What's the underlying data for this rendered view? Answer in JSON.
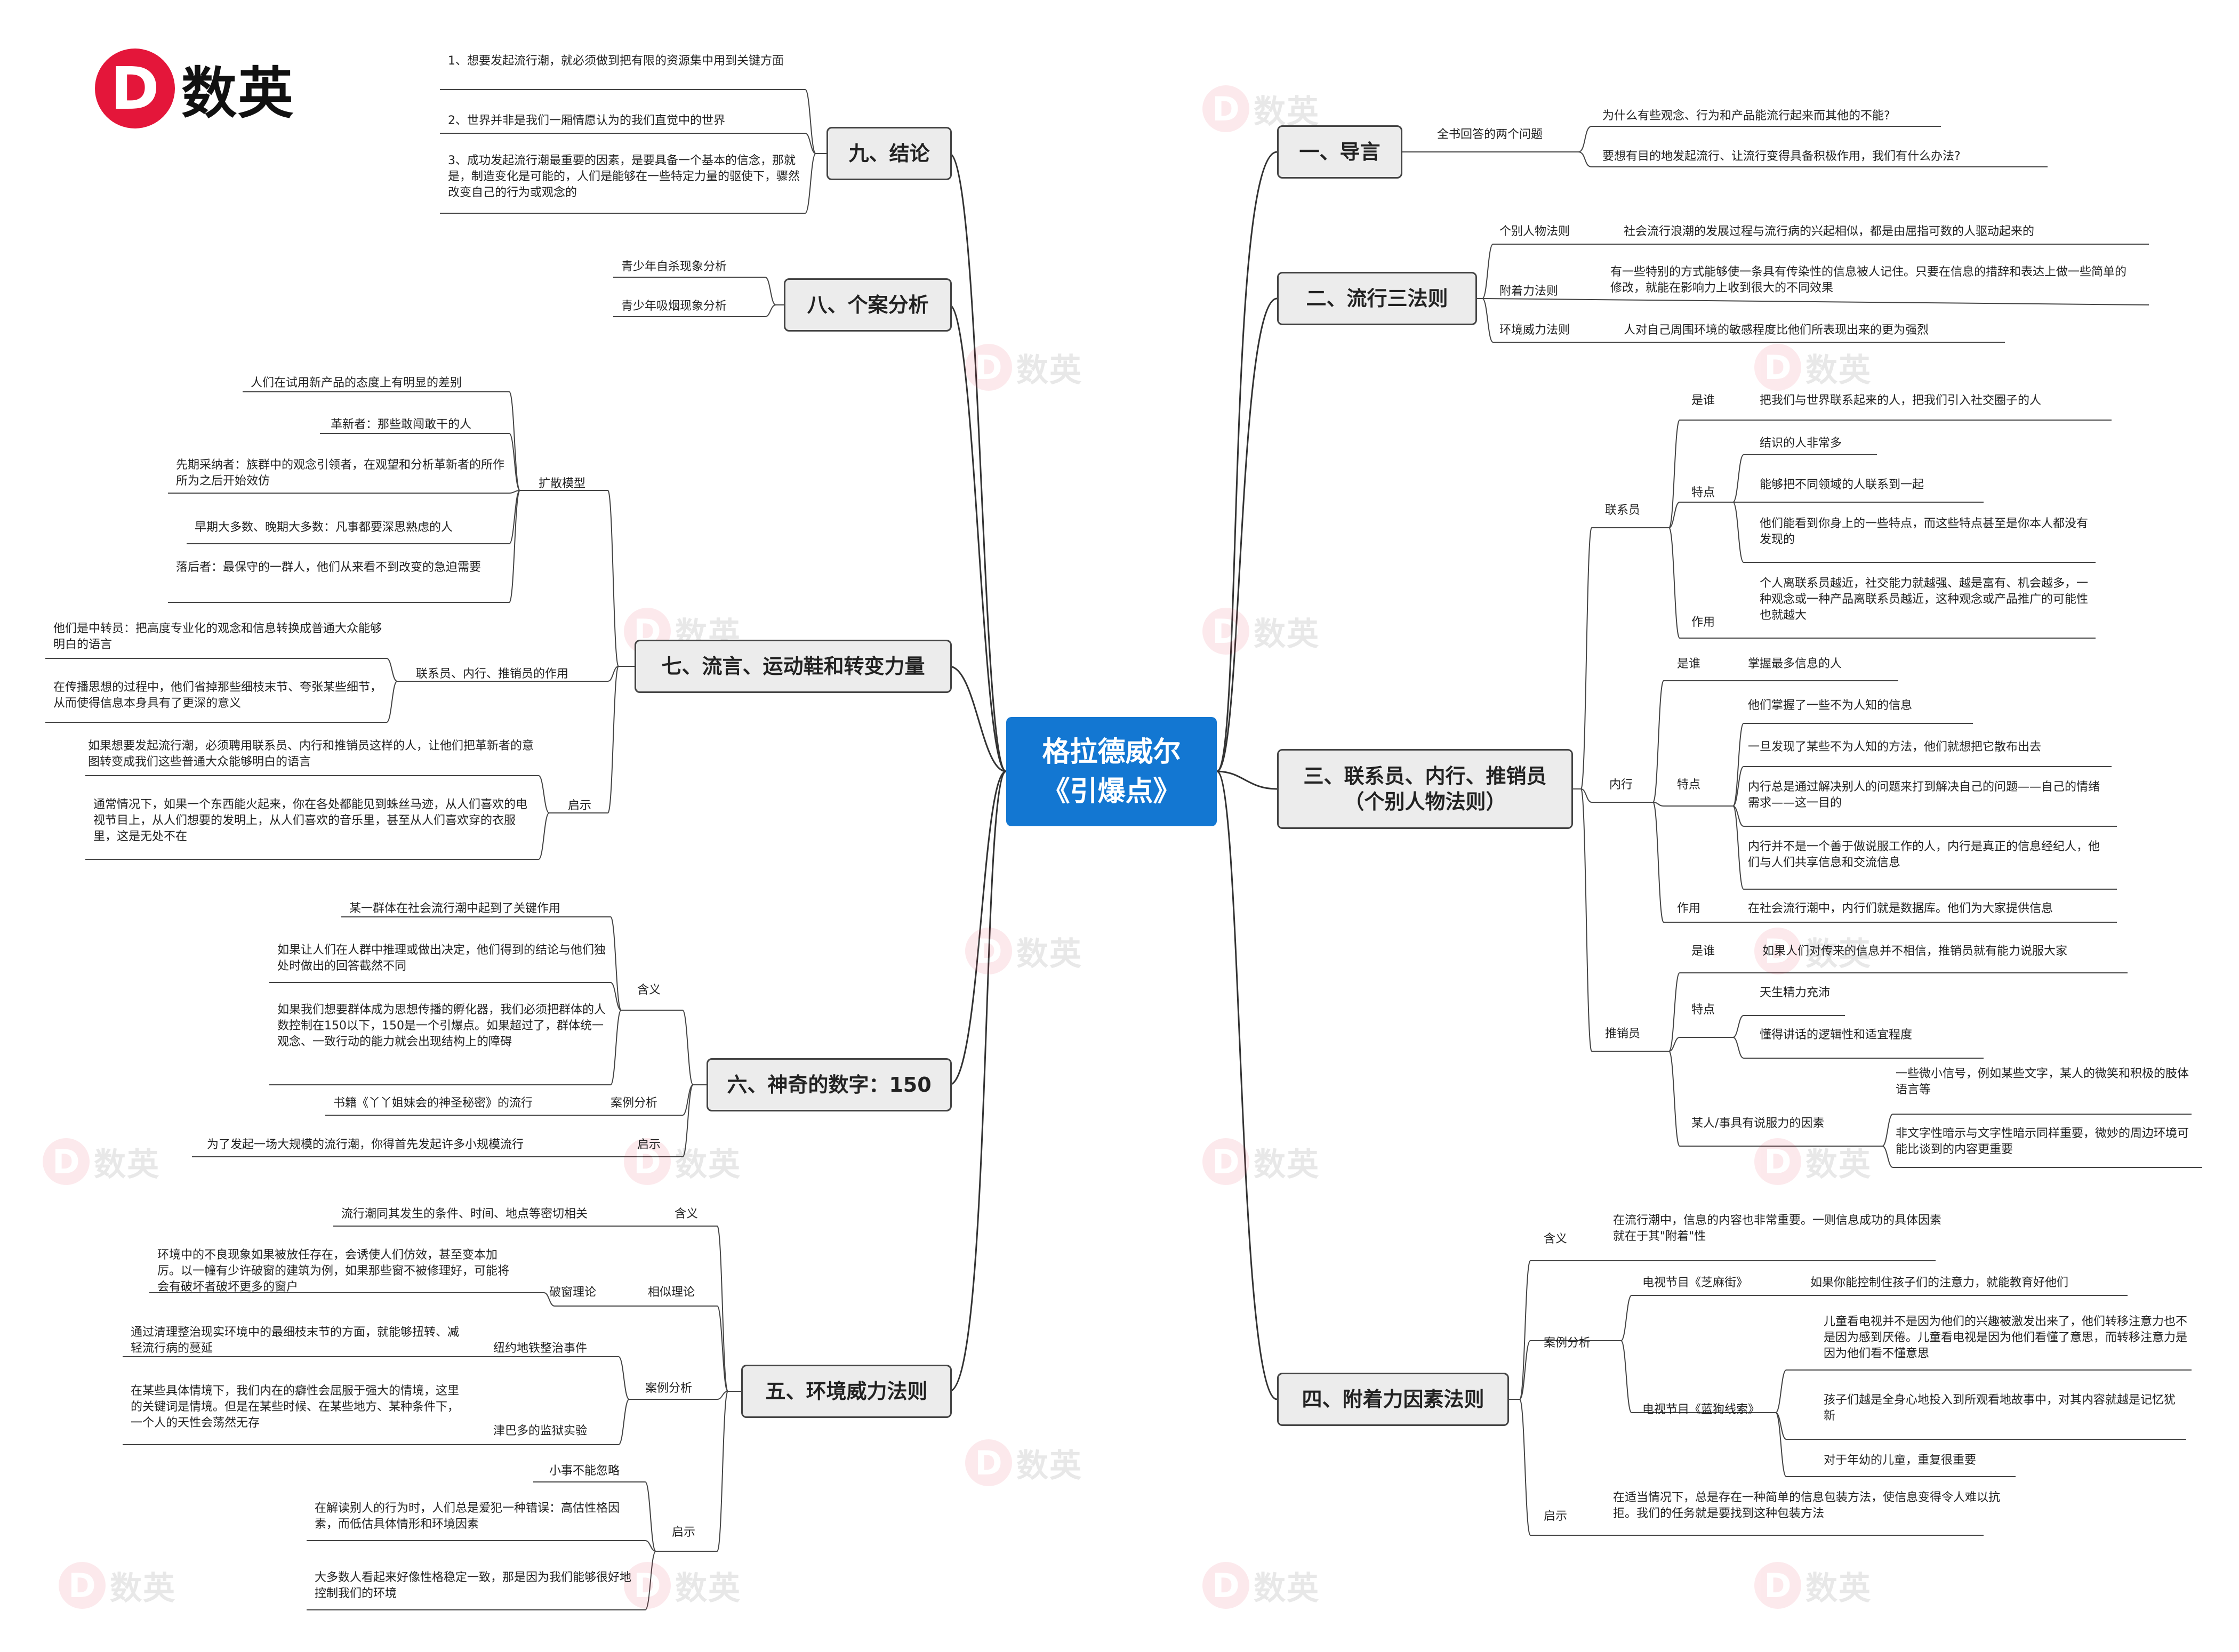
{
  "brand": {
    "mark": "D",
    "name": "数英"
  },
  "center": {
    "line1": "格拉德威尔",
    "line2": "《引爆点》"
  },
  "b1": {
    "title": "一、导言",
    "sub": "全书回答的两个问题",
    "q1": "为什么有些观念、行为和产品能流行起来而其他的不能?",
    "q2": "要想有目的地发起流行、让流行变得具备积极作用，我们有什么办法?"
  },
  "b2": {
    "title": "二、流行三法则",
    "l1": "个别人物法则",
    "l1d": "社会流行浪潮的发展过程与流行病的兴起相似，都是由屈指可数的人驱动起来的",
    "l2": "附着力法则",
    "l2d": "有一些特别的方式能够使一条具有传染性的信息被人记住。只要在信息的措辞和表达上做一些简单的修改，就能在影响力上收到很大的不同效果",
    "l3": "环境威力法则",
    "l3d": "人对自己周围环境的敏感程度比他们所表现出来的更为强烈"
  },
  "b3": {
    "title1": "三、联系员、内行、推销员",
    "title2": "（个别人物法则）",
    "connector": {
      "label": "联系员",
      "who": "是谁",
      "who_d": "把我们与世界联系起来的人，把我们引入社交圈子的人",
      "traits": "特点",
      "t1": "结识的人非常多",
      "t2": "能够把不同领域的人联系到一起",
      "t3": "他们能看到你身上的一些特点，而这些特点甚至是你本人都没有发现的",
      "effect": "作用",
      "effect_d": "个人离联系员越近，社交能力就越强、越是富有、机会越多，一种观念或一种产品离联系员越近，这种观念或产品推广的可能性也就越大"
    },
    "maven": {
      "label": "内行",
      "who": "是谁",
      "who_d": "掌握最多信息的人",
      "traits": "特点",
      "t1": "他们掌握了一些不为人知的信息",
      "t2": "一旦发现了某些不为人知的方法，他们就想把它散布出去",
      "t3": "内行总是通过解决别人的问题来打到解决自己的问题——自己的情绪需求——这一目的",
      "t4": "内行并不是一个善于做说服工作的人，内行是真正的信息经纪人，他们与人们共享信息和交流信息",
      "effect": "作用",
      "effect_d": "在社会流行潮中，内行们就是数据库。他们为大家提供信息"
    },
    "salesman": {
      "label": "推销员",
      "who": "是谁",
      "who_d": "如果人们对传来的信息并不相信，推销员就有能力说服大家",
      "traits": "特点",
      "t1": "天生精力充沛",
      "t2": "懂得讲话的逻辑性和适宜程度",
      "persuade": "某人/事具有说服力的因素",
      "p1": "一些微小信号，例如某些文字，某人的微笑和积极的肢体语言等",
      "p2": "非文字性暗示与文字性暗示同样重要，微妙的周边环境可能比谈到的内容更重要"
    }
  },
  "b4": {
    "title": "四、附着力因素法则",
    "meaning": "含义",
    "meaning_d": "在流行潮中，信息的内容也非常重要。一则信息成功的具体因素就在于其\"附着\"性",
    "cases": "案例分析",
    "c1": "电视节目《芝麻街》",
    "c1d": "如果你能控制住孩子们的注意力，就能教育好他们",
    "c2": "电视节目《蓝狗线索》",
    "c2d1": "儿童看电视并不是因为他们的兴趣被激发出来了，他们转移注意力也不是因为感到厌倦。儿童看电视是因为他们看懂了意思，而转移注意力是因为他们看不懂意思",
    "c2d2": "孩子们越是全身心地投入到所观看地故事中，对其内容就越是记忆犹新",
    "c2d3": "对于年幼的儿童，重复很重要",
    "insight": "启示",
    "insight_d": "在适当情况下，总是存在一种简单的信息包装方法，使信息变得令人难以抗拒。我们的任务就是要找到这种包装方法"
  },
  "b5": {
    "title": "五、环境威力法则",
    "meaning": "含义",
    "meaning_d": "流行潮同其发生的条件、时间、地点等密切相关",
    "similar": "相似理论",
    "broken": "破窗理论",
    "broken_d": "环境中的不良现象如果被放任存在，会诱使人们仿效，甚至变本加厉。以一幢有少许破窗的建筑为例，如果那些窗不被修理好，可能将会有破坏者破坏更多的窗户",
    "cases": "案例分析",
    "subway": "纽约地铁整治事件",
    "subway_d": "通过清理整治现实环境中的最细枝末节的方面，就能够扭转、减轻流行病的蔓延",
    "prison": "津巴多的监狱实验",
    "prison_d": "在某些具体情境下，我们内在的癖性会屈服于强大的情境，这里的关键词是情境。但是在某些时候、在某些地方、某种条件下，一个人的天性会荡然无存",
    "insight": "启示",
    "i1": "小事不能忽略",
    "i2": "在解读别人的行为时，人们总是爱犯一种错误：高估性格因素，而低估具体情形和环境因素",
    "i3": "大多数人看起来好像性格稳定一致，那是因为我们能够很好地控制我们的环境"
  },
  "b6": {
    "title": "六、神奇的数字：150",
    "meaning": "含义",
    "m1": "某一群体在社会流行潮中起到了关键作用",
    "m2": "如果让人们在人群中推理或做出决定，他们得到的结论与他们独处时做出的回答截然不同",
    "m3": "如果我们想要群体成为思想传播的孵化器，我们必须把群体的人数控制在150以下，150是一个引爆点。如果超过了，群体统一观念、一致行动的能力就会出现结构上的障碍",
    "cases": "案例分析",
    "case_d": "书籍《丫丫姐妹会的神圣秘密》的流行",
    "insight": "启示",
    "insight_d": "为了发起一场大规模的流行潮，你得首先发起许多小规模流行"
  },
  "b7": {
    "title": "七、流言、运动鞋和转变力量",
    "diffusion": "扩散模型",
    "d1": "人们在试用新产品的态度上有明显的差别",
    "d2": "革新者：那些敢闯敢干的人",
    "d3": "先期采纳者：族群中的观念引领者，在观望和分析革新者的所作所为之后开始效仿",
    "d4": "早期大多数、晚期大多数：凡事都要深思熟虑的人",
    "d5": "落后者：最保守的一群人，他们从来看不到改变的急迫需要",
    "roles": "联系员、内行、推销员的作用",
    "r1": "他们是中转员：把高度专业化的观念和信息转换成普通大众能够明白的语言",
    "r2": "在传播思想的过程中，他们省掉那些细枝末节、夸张某些细节，从而使得信息本身具有了更深的意义",
    "insight": "启示",
    "i1": "如果想要发起流行潮，必须聘用联系员、内行和推销员这样的人，让他们把革新者的意图转变成我们这些普通大众能够明白的语言",
    "i2": "通常情况下，如果一个东西能火起来，你在各处都能见到蛛丝马迹，从人们喜欢的电视节目上，从人们想要的发明上，从人们喜欢的音乐里，甚至从人们喜欢穿的衣服里，这是无处不在"
  },
  "b8": {
    "title": "八、个案分析",
    "c1": "青少年自杀现象分析",
    "c2": "青少年吸烟现象分析"
  },
  "b9": {
    "title": "九、结论",
    "c1": "1、想要发起流行潮，就必须做到把有限的资源集中用到关键方面",
    "c2": "2、世界并非是我们一厢情愿认为的我们直觉中的世界",
    "c3": "3、成功发起流行潮最重要的因素，是要具备一个基本的信念，那就是，制造变化是可能的，人们是能够在一些特定力量的驱使下，骤然改变自己的行为或观念的"
  },
  "colors": {
    "center": "#1377d2",
    "brand": "#e4163a",
    "line": "#333333",
    "box": "#ececec"
  }
}
